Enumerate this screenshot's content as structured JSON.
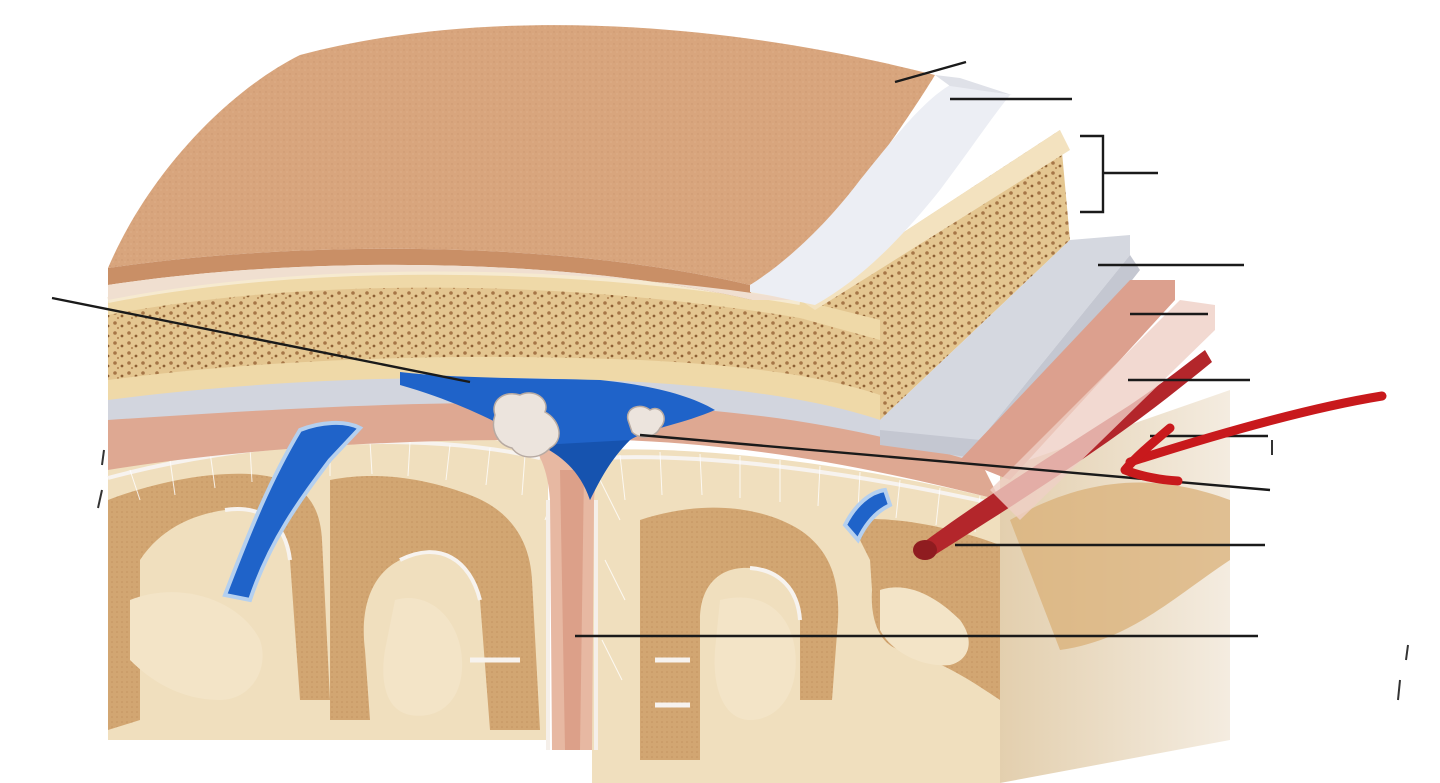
{
  "diagram": {
    "kind": "meninges-coronal-section",
    "labels_printed": false,
    "leader_line_count": 12,
    "annotation": {
      "shape": "arrow",
      "color": "#c8191c"
    }
  },
  "colors": {
    "skin": "#dca77d",
    "skin_edge": "#c98f66",
    "periosteum": "#e9eaf0",
    "bone": "#efd9a8",
    "bone_spongy": "#d9b47a",
    "bone_spots": "#9a6a3a",
    "dura": "#c9ccd6",
    "arachnoid": "#d9a38d",
    "subarachnoid": "#f4e7dc",
    "pia": "#f2ece8",
    "sinus_blue": "#1f63c9",
    "sinus_dark": "#114a9e",
    "artery_red": "#b3262b",
    "grey_matter": "#d2a672",
    "white_matter": "#f0dfbe",
    "leader": "#1a1a1a"
  }
}
